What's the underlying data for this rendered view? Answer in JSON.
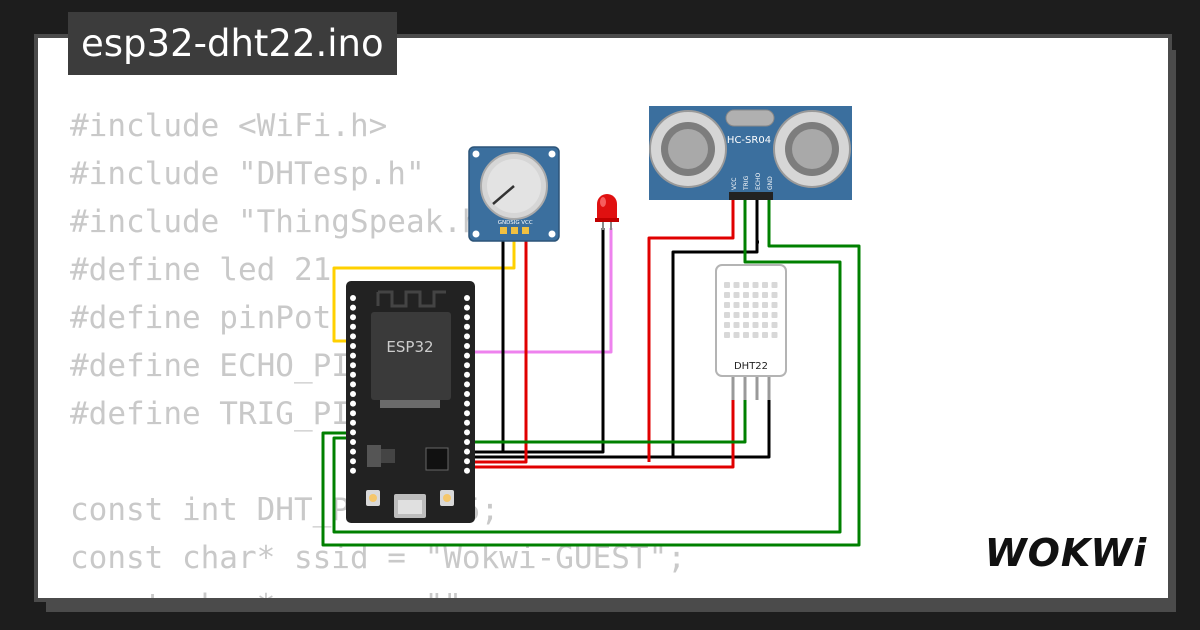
{
  "title": "esp32-dht22.ino",
  "code_lines": [
    "#include <WiFi.h>",
    "#include \"DHTesp.h\"",
    "#include \"ThingSpeak.h\"",
    "#define led 21",
    "#define pinPot",
    "#define ECHO_PI",
    "#define TRIG_PI",
    "",
    "const int DHT_PIN = 15;",
    "const char* ssid = \"Wokwi-GUEST\";",
    "const char* pass = \"\";"
  ],
  "components": {
    "esp32_label": "ESP32",
    "ultrasonic_label": "HC-SR04",
    "ultrasonic_pins": [
      "VCC",
      "TRIG",
      "ECHO",
      "GND"
    ],
    "pot_pins": [
      "GND",
      "SIG",
      "VCC"
    ],
    "dht_label": "DHT22"
  },
  "logo": {
    "text": "WOKWi"
  },
  "colors": {
    "background": "#1d1d1d",
    "card": "#ffffff",
    "card_border": "#4b4b4b",
    "code_text": "#c9c9c9",
    "wire_black": "#000000",
    "wire_red": "#e00000",
    "wire_green": "#008000",
    "wire_yellow": "#ffd000",
    "wire_pink": "#ee82ee",
    "module_blue": "#3b6f9e",
    "esp32_board": "#222222"
  }
}
